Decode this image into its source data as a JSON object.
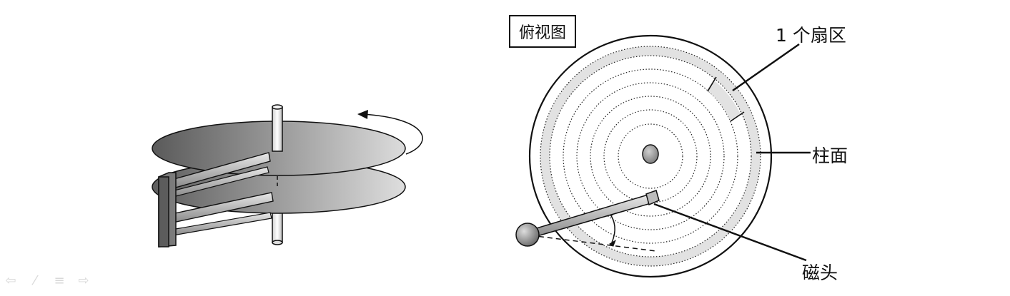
{
  "top_view": {
    "title": "俯视图"
  },
  "labels": {
    "sector": "1 个扇区",
    "cylinder": "柱面",
    "head": "磁头"
  },
  "nav": {
    "prev_glyph": "⇦",
    "pen_glyph": "⁄",
    "menu_glyph": "≡",
    "next_glyph": "⇨"
  },
  "colors": {
    "platter_dark": "#6e6e6e",
    "platter_light": "#d2d2d2",
    "band_gray": "#e3e3e3",
    "line": "#111111"
  }
}
